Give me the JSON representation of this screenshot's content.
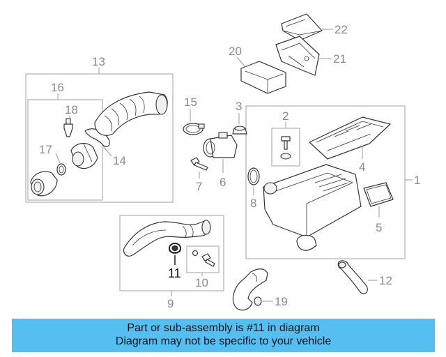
{
  "diagram": {
    "callouts": [
      {
        "id": "1",
        "label": "1"
      },
      {
        "id": "2",
        "label": "2"
      },
      {
        "id": "3",
        "label": "3"
      },
      {
        "id": "4",
        "label": "4"
      },
      {
        "id": "5",
        "label": "5"
      },
      {
        "id": "6",
        "label": "6"
      },
      {
        "id": "7",
        "label": "7"
      },
      {
        "id": "8",
        "label": "8"
      },
      {
        "id": "9",
        "label": "9"
      },
      {
        "id": "10",
        "label": "10"
      },
      {
        "id": "11",
        "label": "11"
      },
      {
        "id": "12",
        "label": "12"
      },
      {
        "id": "13",
        "label": "13"
      },
      {
        "id": "14",
        "label": "14"
      },
      {
        "id": "15",
        "label": "15"
      },
      {
        "id": "16",
        "label": "16"
      },
      {
        "id": "17",
        "label": "17"
      },
      {
        "id": "18",
        "label": "18"
      },
      {
        "id": "19",
        "label": "19"
      },
      {
        "id": "20",
        "label": "20"
      },
      {
        "id": "21",
        "label": "21"
      },
      {
        "id": "22",
        "label": "22"
      }
    ],
    "highlighted": "11",
    "highlight_color": "#1a1a1a",
    "callout_color": "#8a8a8a"
  },
  "banner": {
    "line1": "Part or sub-assembly is #11 in diagram",
    "line2": "Diagram may not be specific to your vehicle",
    "background": "#55bff2"
  }
}
